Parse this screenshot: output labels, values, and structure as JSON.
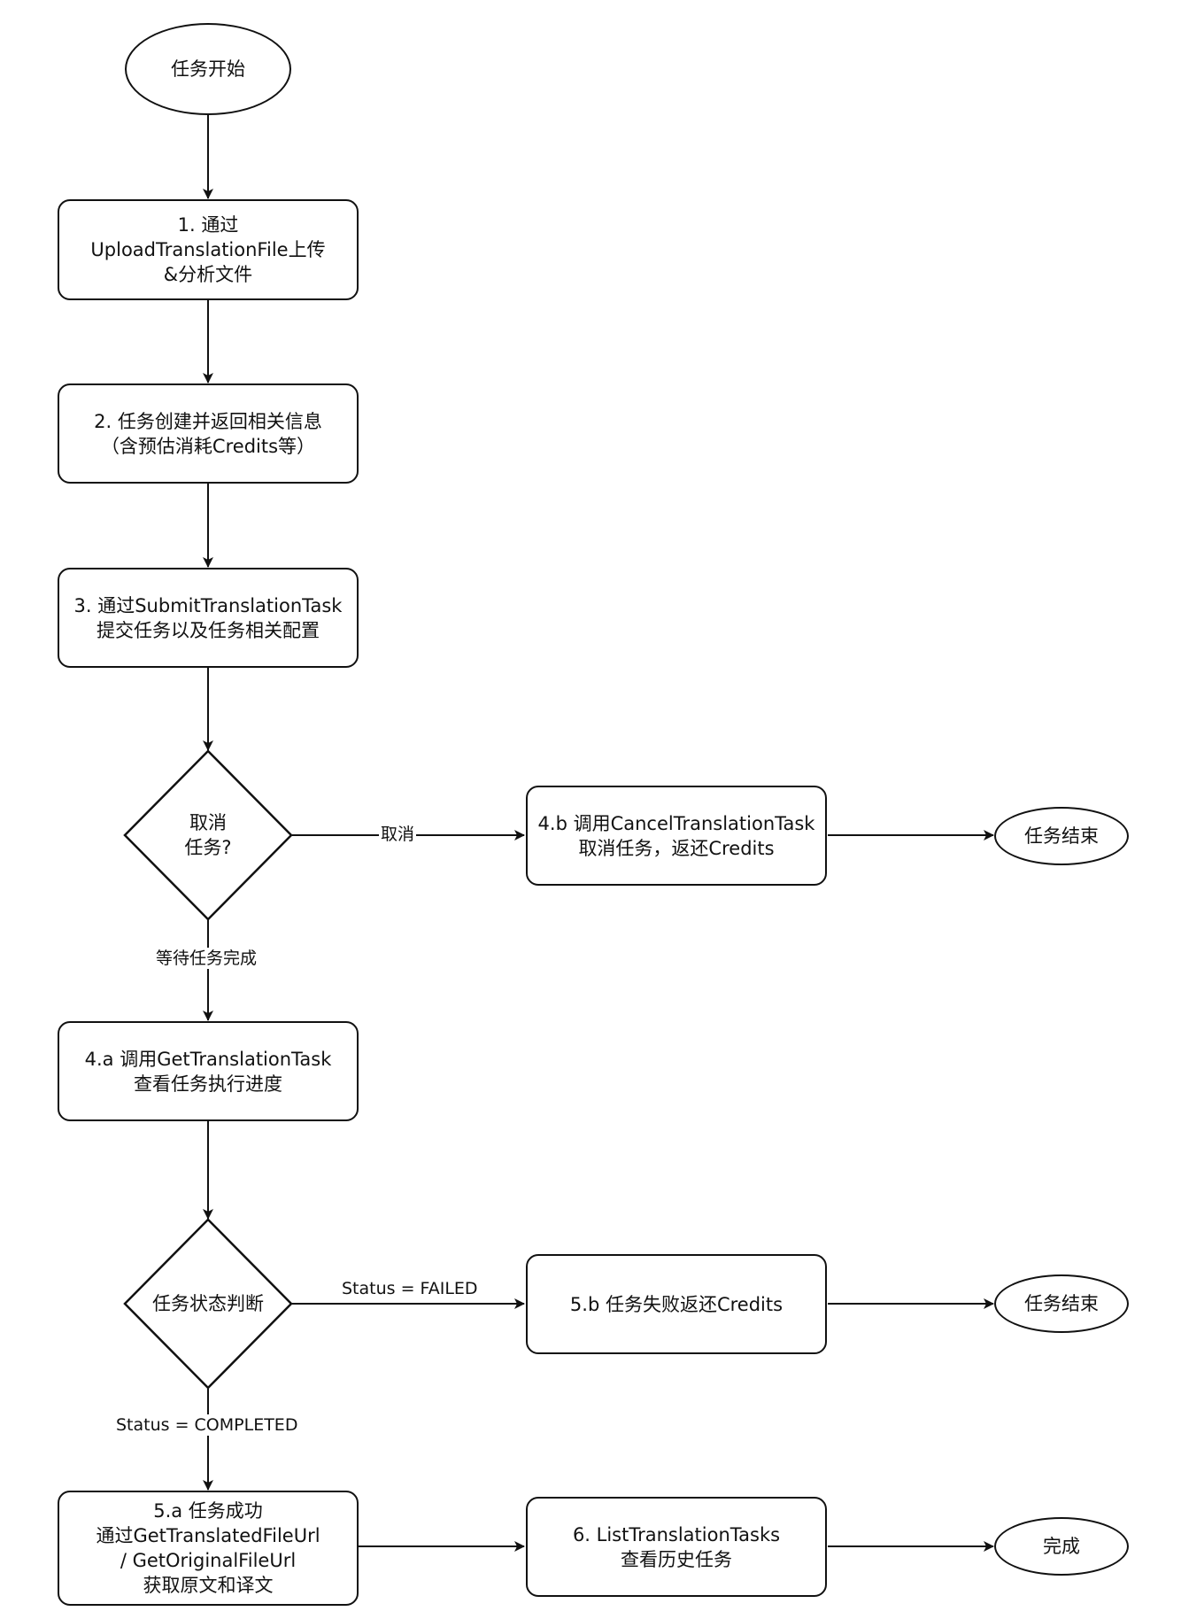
{
  "nodes": {
    "start": "任务开始",
    "step1": "1. 通过\nUploadTranslationFile上传\n&分析文件",
    "step2": "2. 任务创建并返回相关信息\n（含预估消耗Credits等）",
    "step3": "3. 通过SubmitTranslationTask\n提交任务以及任务相关配置",
    "decision_cancel": "取消\n任务?",
    "step4b": "4.b 调用CancelTranslationTask\n取消任务，返还Credits",
    "end1": "任务结束",
    "step4a": "4.a 调用GetTranslationTask\n查看任务执行进度",
    "decision_status": "任务状态判断",
    "step5b": "5.b 任务失败返还Credits",
    "end2": "任务结束",
    "step5a": "5.a 任务成功\n通过GetTranslatedFileUrl\n/ GetOriginalFileUrl\n获取原文和译文",
    "step6": "6. ListTranslationTasks\n查看历史任务",
    "done": "完成"
  },
  "edges": {
    "cancel": "取消",
    "wait": "等待任务完成",
    "failed": "Status = FAILED",
    "completed": "Status = COMPLETED"
  }
}
